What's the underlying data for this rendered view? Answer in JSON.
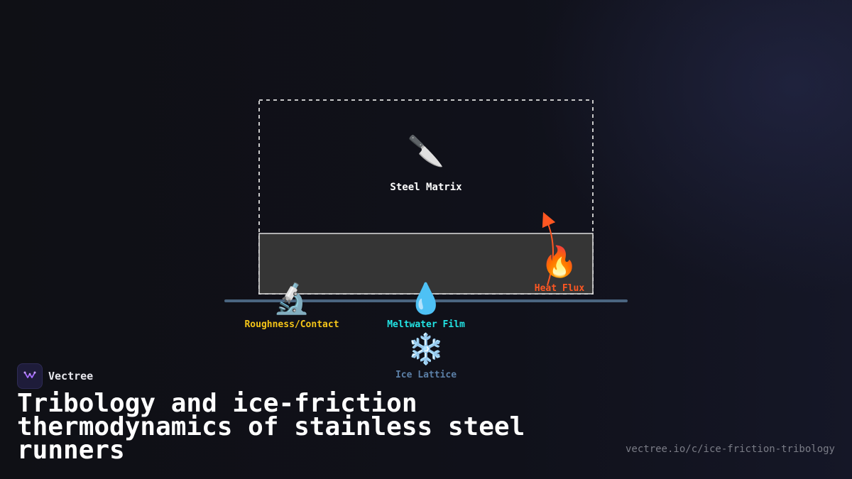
{
  "diagram": {
    "nodes": {
      "steel": {
        "icon": "kitchen-knife-emoji",
        "glyph": "🔪",
        "label": "Steel Matrix"
      },
      "heat": {
        "icon": "fire-emoji",
        "glyph": "🔥",
        "label": "Heat Flux"
      },
      "roughness": {
        "icon": "microscope-emoji",
        "glyph": "🔬",
        "label": "Roughness/Contact"
      },
      "meltwater": {
        "icon": "droplet-emoji",
        "glyph": "💧",
        "label": "Meltwater Film"
      },
      "ice": {
        "icon": "snowflake-emoji",
        "glyph": "❄️",
        "label": "Ice Lattice"
      }
    },
    "colors": {
      "heat": "#ff5722",
      "roughness": "#f5c518",
      "meltwater": "#22e5e5",
      "ice": "#5b7fa6",
      "steel_label": "#ffffff",
      "runner_fill": "#353535",
      "ice_line": "#4a6580"
    }
  },
  "brand": {
    "name": "Vectree"
  },
  "title": "Tribology and ice-friction thermodynamics of stainless steel runners",
  "url": "vectree.io/c/ice-friction-tribology"
}
